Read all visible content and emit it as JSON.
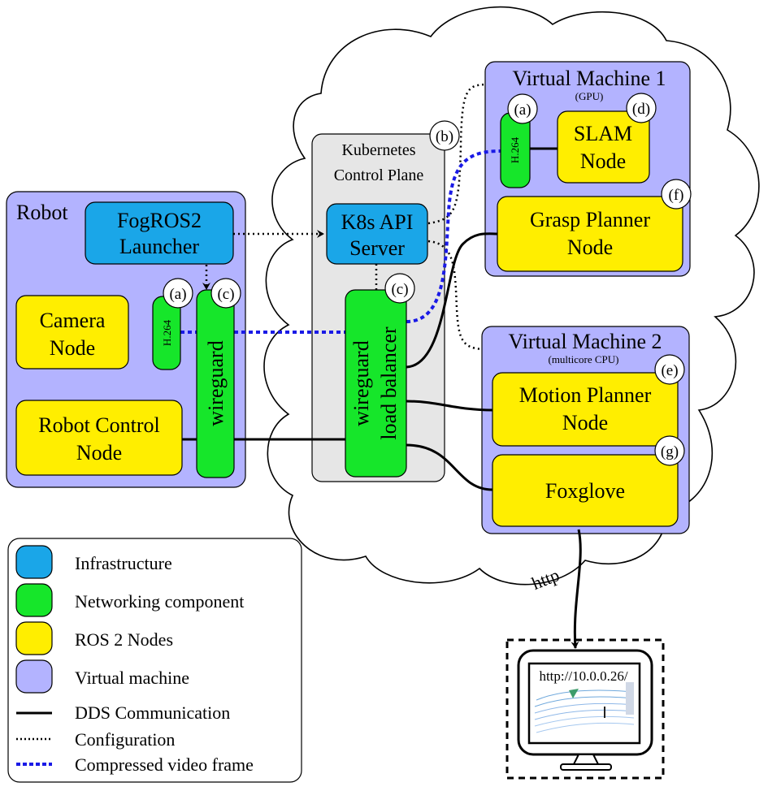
{
  "colors": {
    "infrastructure": "#1aa6e8",
    "networking": "#16e62a",
    "ros_node": "#ffee00",
    "virtual_machine": "#b3b3ff",
    "control_plane": "#e6e6e6",
    "video_frame": "#1a1ae6",
    "dds": "#000000"
  },
  "robot": {
    "title": "Robot",
    "launcher": [
      "FogROS2",
      "Launcher"
    ],
    "camera": [
      "Camera",
      "Node"
    ],
    "robot_control": [
      "Robot Control",
      "Node"
    ],
    "h264": "H.264",
    "wireguard": "wireguard",
    "badge_a": "(a)",
    "badge_c": "(c)"
  },
  "control_plane": {
    "title": [
      "Kubernetes",
      "Control Plane"
    ],
    "api_server": [
      "K8s API",
      "Server"
    ],
    "load_balancer": [
      "wireguard",
      "load balancer"
    ],
    "badge_b": "(b)",
    "badge_c": "(c)"
  },
  "vm1": {
    "title": "Virtual Machine 1",
    "subtitle": "(GPU)",
    "h264": "H.264",
    "slam": [
      "SLAM",
      "Node"
    ],
    "grasp": [
      "Grasp Planner",
      "Node"
    ],
    "badge_a": "(a)",
    "badge_d": "(d)",
    "badge_f": "(f)"
  },
  "vm2": {
    "title": "Virtual Machine 2",
    "subtitle": "(multicore  CPU)",
    "motion": [
      "Motion Planner",
      "Node"
    ],
    "foxglove": "Foxglove",
    "badge_e": "(e)",
    "badge_g": "(g)"
  },
  "http_label": "http",
  "monitor": {
    "url": "http://10.0.0.26/"
  },
  "legend": [
    {
      "label": "Infrastructure",
      "icon": "blue-box"
    },
    {
      "label": "Networking component",
      "icon": "green-box"
    },
    {
      "label": "ROS 2 Nodes",
      "icon": "yellow-box"
    },
    {
      "label": "Virtual machine",
      "icon": "lavender-box"
    },
    {
      "label": "DDS Communication",
      "icon": "solid-line"
    },
    {
      "label": "Configuration",
      "icon": "dotted-line"
    },
    {
      "label": "Compressed video frame",
      "icon": "dashed-blue-line"
    }
  ]
}
